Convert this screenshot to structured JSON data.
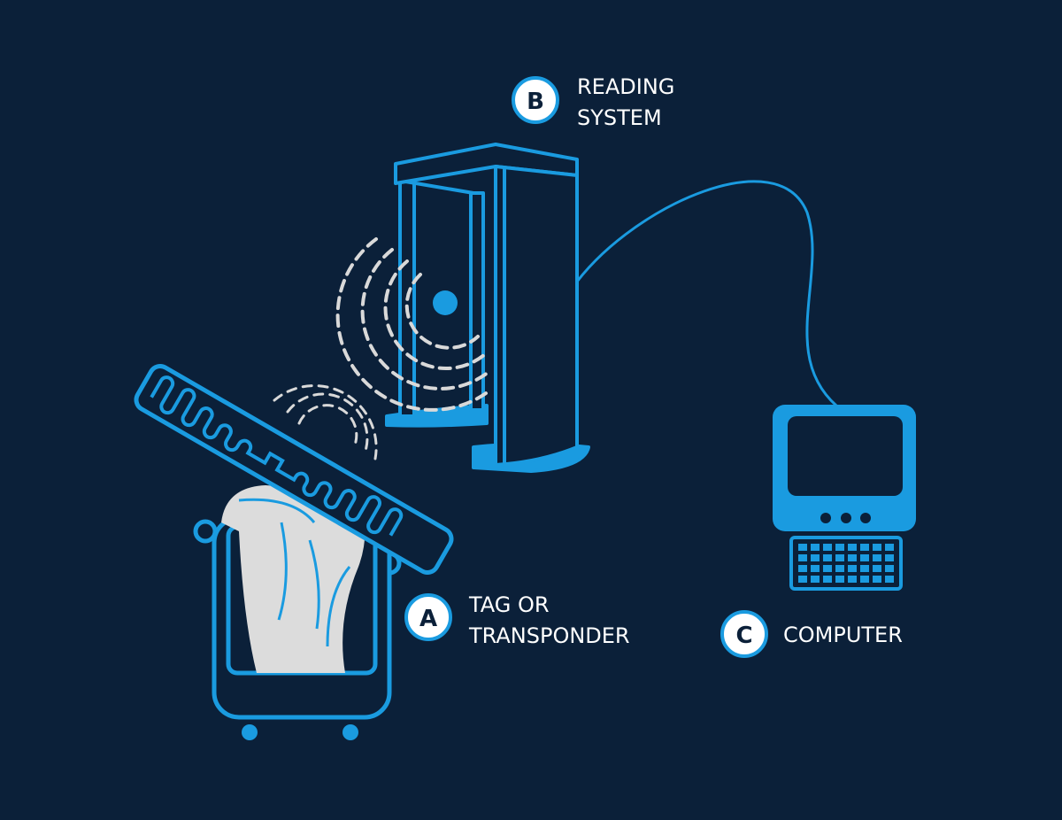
{
  "colors": {
    "background": "#0b2039",
    "accent": "#1a9be0",
    "wave": "#d9d9d9",
    "cloth": "#dcdcdc"
  },
  "labels": {
    "a": {
      "badge": "A",
      "line1": "TAG OR",
      "line2": "TRANSPONDER"
    },
    "b": {
      "badge": "B",
      "line1": "READING",
      "line2": "SYSTEM"
    },
    "c": {
      "badge": "C",
      "line1": "COMPUTER"
    }
  }
}
